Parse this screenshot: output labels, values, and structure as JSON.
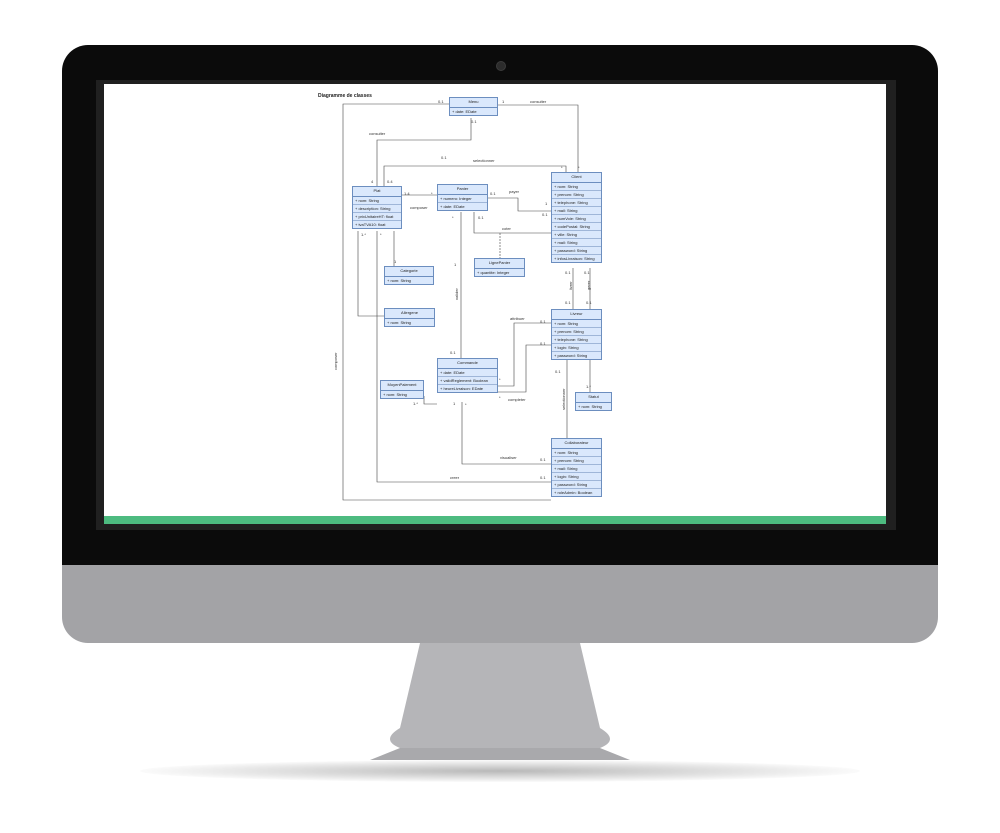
{
  "diagram": {
    "title": "Diagramme de classes",
    "classes": {
      "menu": {
        "name": "Menu",
        "attrs": [
          "+ date: EDate"
        ]
      },
      "plat": {
        "name": "Plat",
        "attrs": [
          "+ nom: String",
          "+ description: String",
          "+ prixUnitaireHT: float",
          "+ tvaTVA10: float"
        ]
      },
      "panier": {
        "name": "Panier",
        "attrs": [
          "+ numero: Integer",
          "+ date: EDate"
        ]
      },
      "client": {
        "name": "Client",
        "attrs": [
          "+ nom: String",
          "+ prenom: String",
          "+ telephone: String",
          "+ mail: String",
          "+ numVoie: String",
          "+ codePostal: String",
          "+ ville: String",
          "+ mail: String",
          "+ password: String",
          "+ infosLivraison: String"
        ]
      },
      "categorie": {
        "name": "Categorie",
        "attrs": [
          "+ nom: String"
        ]
      },
      "lignepanier": {
        "name": "LignePanier",
        "attrs": [
          "+ quantite: Integer"
        ]
      },
      "allergene": {
        "name": "Allergene",
        "attrs": [
          "+ nom: String"
        ]
      },
      "livreur": {
        "name": "Livreur",
        "attrs": [
          "+ nom: String",
          "+ prenom: String",
          "+ telephone: String",
          "+ login: String",
          "+ password: String"
        ]
      },
      "commande": {
        "name": "Commande",
        "attrs": [
          "+ date: EDate",
          "+ validReglement: Boolean",
          "+ heureLivraison: EDate"
        ]
      },
      "moyenpaiement": {
        "name": "MoyenPaiement",
        "attrs": [
          "+ nom: String"
        ]
      },
      "statut": {
        "name": "Statut",
        "attrs": [
          "+ nom: String"
        ]
      },
      "collaborateur": {
        "name": "Collaborateur",
        "attrs": [
          "+ nom: String",
          "+ prenom: String",
          "+ mail: String",
          "+ login: String",
          "+ password: String",
          "+ roleAdmin: Boolean"
        ]
      }
    },
    "labels": {
      "consulter": "consulter",
      "consulter2": "consulter",
      "selectionner": "selectionner",
      "payer": "payer",
      "composer": "composer",
      "cotee": "coter",
      "attribuer": "attribuer",
      "completer": "completer",
      "visualiser": "visualiser",
      "creer": "creer",
      "composer_v": "composer",
      "valider_v": "valider",
      "livrer_v": "livrer",
      "gerer_v": "gerer",
      "selectionner_v": "selectionner",
      "m01a": "0.1",
      "m1a": "1",
      "m01b": "0.1",
      "m01c": "0.1",
      "m4": "4",
      "m04": "0.4",
      "mstar1": "*",
      "mstar2": "*",
      "m14": "1.4",
      "mstar3": "*",
      "m01d": "0.1",
      "m1b": "1",
      "m01e": "0.1",
      "m01f": "0.1",
      "mstar4": "*",
      "m1c": "1",
      "m1star": "1.*",
      "mstar5": "*",
      "m01g": "0.1",
      "m01h": "0.1",
      "m01i": "0.1",
      "m01j": "0.1",
      "m1d": "1",
      "m01k": "0.1",
      "m01l": "0.1",
      "mstar6": "*",
      "mstar7": "*",
      "m1star2": "1.*",
      "m1e": "1",
      "m01m": "0.1",
      "m1star3": "1.*",
      "m01n": "0.1",
      "m01o": "0.1",
      "m01p": "0.1",
      "mstar8": "*"
    }
  }
}
